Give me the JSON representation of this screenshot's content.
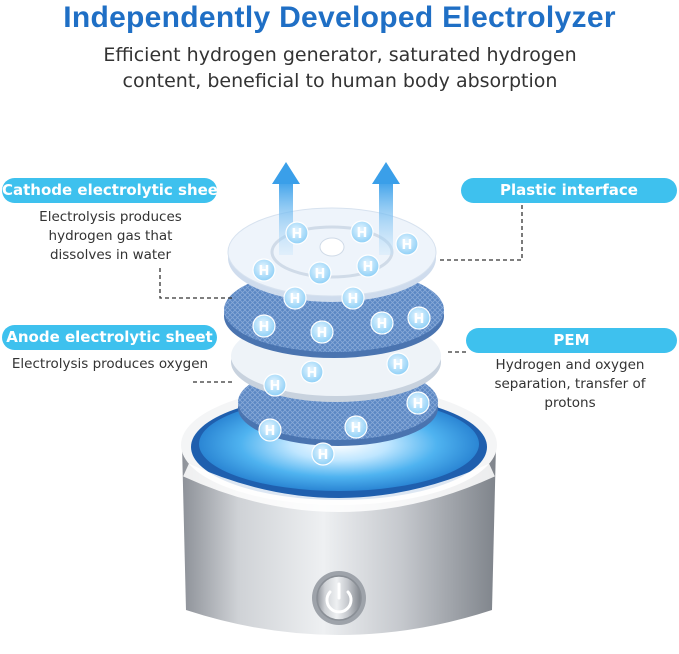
{
  "header": {
    "title": "Independently Developed Electrolyzer",
    "subtitle": "Efficient hydrogen generator, saturated hydrogen content, beneficial to human body absorption"
  },
  "labels": {
    "cathode": {
      "title": "Cathode electrolytic sheet",
      "desc": "Electrolysis produces hydrogen gas that dissolves in water"
    },
    "anode": {
      "title": "Anode electrolytic sheet",
      "desc": "Electrolysis produces oxygen"
    },
    "plastic": {
      "title": "Plastic interface"
    },
    "pem": {
      "title": "PEM",
      "desc": "Hydrogen and oxygen separation, transfer of protons"
    }
  },
  "molecule_symbol": "H",
  "colors": {
    "title": "#1f6fc5",
    "pill": "#3ec1ee",
    "arrow": "#4aa8ec",
    "disc_mesh": "#5a86c2",
    "disc_white": "#eef4fb",
    "steel": "#b8bcc2"
  },
  "icons": [
    "upward-arrow-icon",
    "power-button-icon"
  ]
}
